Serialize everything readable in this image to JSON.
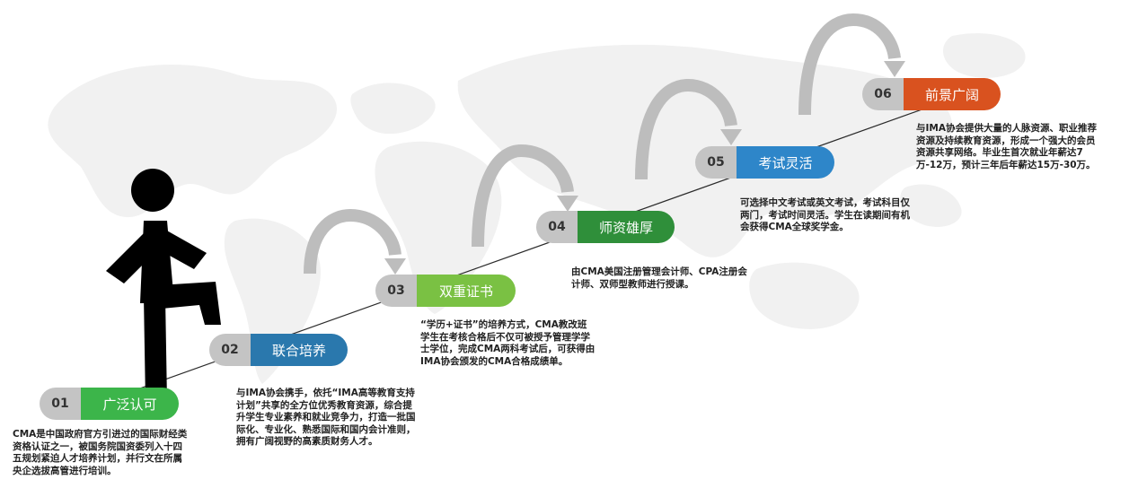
{
  "colors": {
    "step1": "#3cb54a",
    "step2": "#2a78ad",
    "step3": "#7ac143",
    "step4": "#2f8f3a",
    "step5": "#2e86c9",
    "step6": "#d9521f",
    "num_bg": "#c4c4c4",
    "arrow": "#bdbdbd",
    "map": "#f1f1f1"
  },
  "steps": [
    {
      "num": "01",
      "label": "广泛认可",
      "desc": [
        "CMA是中国政府官方引进过的国际财经类",
        "资格认证之一，被国务院国资委列入十四",
        "五规划紧迫人才培养计划，并行文在所属",
        "央企选拔高管进行培训。"
      ]
    },
    {
      "num": "02",
      "label": "联合培养",
      "desc": [
        "与IMA协会携手，依托“IMA高等教育支持",
        "计划”共享的全方位优秀教育资源，综合提",
        "升学生专业素养和就业竞争力，打造一批国",
        "际化、专业化、熟悉国际和国内会计准则，",
        "拥有广阔视野的高素质财务人才。"
      ]
    },
    {
      "num": "03",
      "label": "双重证书",
      "desc": [
        "“学历+证书”的培养方式，CMA教改班",
        "学生在考核合格后不仅可被授予管理学学",
        "士学位，完成CMA两科考试后，可获得由",
        "IMA协会颁发的CMA合格成绩单。"
      ]
    },
    {
      "num": "04",
      "label": "师资雄厚",
      "desc": [
        "由CMA美国注册管理会计师、CPA注册会",
        "计师、双师型教师进行授课。"
      ]
    },
    {
      "num": "05",
      "label": "考试灵活",
      "desc": [
        "可选择中文考试或英文考试，考试科目仅",
        "两门，考试时间灵活。学生在读期间有机",
        "会获得CMA全球奖学金。"
      ]
    },
    {
      "num": "06",
      "label": "前景广阔",
      "desc": [
        "与IMA协会提供大量的人脉资源、职业推荐",
        "资源及持续教育资源，形成一个强大的会员",
        "资源共享网络。毕业生首次就业年薪达7",
        "万-12万，预计三年后年薪达15万-30万。"
      ]
    }
  ]
}
